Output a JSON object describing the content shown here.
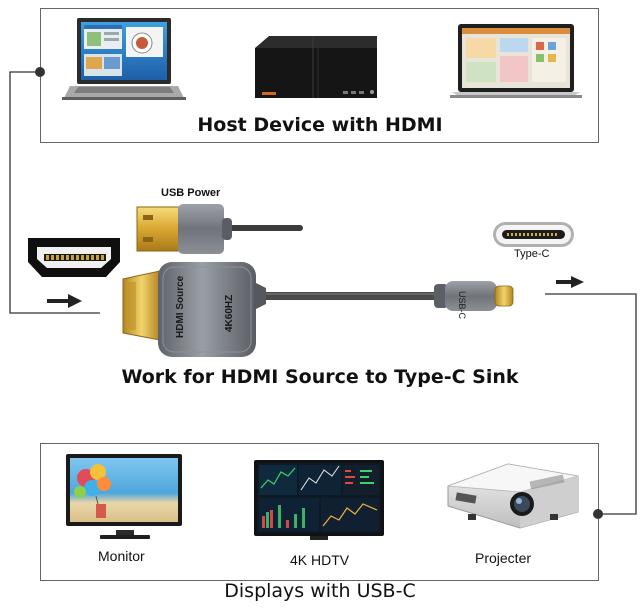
{
  "labels": {
    "host_title": "Host Device with HDMI",
    "usb_power": "USB Power",
    "type_c": "Type-C",
    "main_title": "Work for HDMI Source to Type-C Sink",
    "hdmi_plug_text_1": "HDMI Source",
    "hdmi_plug_text_2": "4K60HZ",
    "typec_plug_text": "USB-C",
    "displays_title": "Displays with USB-C"
  },
  "host_devices": [
    {
      "id": "laptop-left",
      "icon": "laptop-icon"
    },
    {
      "id": "desktop-pc",
      "icon": "desktop-tower-icon"
    },
    {
      "id": "laptop-right",
      "icon": "laptop-icon"
    }
  ],
  "display_devices": [
    {
      "id": "monitor",
      "label": "Monitor",
      "icon": "monitor-icon"
    },
    {
      "id": "hdtv",
      "label": "4K HDTV",
      "icon": "tv-icon"
    },
    {
      "id": "projector",
      "label": "Projecter",
      "icon": "projector-icon"
    }
  ],
  "colors": {
    "frame": "#666666",
    "cable": "#4a4a4a",
    "housing": "#7a7e85",
    "gold": "#e0b040",
    "text": "#111111"
  }
}
